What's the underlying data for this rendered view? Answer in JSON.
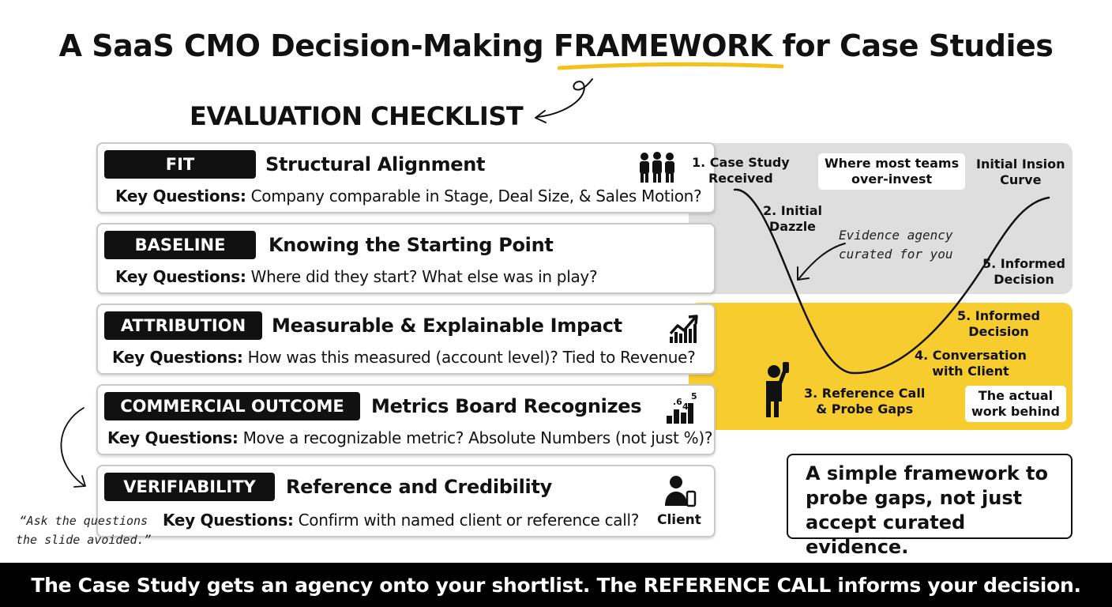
{
  "title": {
    "prefix": "A SaaS CMO Decision-Making ",
    "highlight": "FRAMEWORK",
    "suffix": " for Case Studies"
  },
  "checklist": {
    "heading": "EVALUATION CHECKLIST",
    "question_prefix": "Key Questions:",
    "items": [
      {
        "tag": "FIT",
        "heading": "Structural Alignment",
        "questions": "Company comparable in Stage, Deal Size, & Sales Motion?",
        "icon": "people-group-icon"
      },
      {
        "tag": "BASELINE",
        "heading": "Knowing the Starting Point",
        "questions": "Where did they start? What else was in play?",
        "icon": ""
      },
      {
        "tag": "ATTRIBUTION",
        "heading": "Measurable & Explainable Impact",
        "questions": "How was this measured (account level)? Tied to Revenue?",
        "icon": "trend-chart-icon"
      },
      {
        "tag": "COMMERCIAL OUTCOME",
        "heading": "Metrics Board Recognizes",
        "questions": "Move a recognizable metric? Absolute Numbers (not just %)?",
        "icon": "bar-metrics-icon"
      },
      {
        "tag": "VERIFIABILITY",
        "heading": "Reference and Credibility",
        "questions": "Confirm with named client or reference call?",
        "icon": "client-phone-icon",
        "icon_label": "Client"
      }
    ]
  },
  "curve": {
    "labels": {
      "received": [
        "1. Case Study",
        "Received"
      ],
      "dazzle": [
        "2. Initial",
        "Dazzle"
      ],
      "reference_call": [
        "3. Reference Call",
        "& Probe Gaps"
      ],
      "conversation": [
        "4. Conversation",
        "with Client"
      ],
      "informed_yellow": [
        "5. Informed",
        "Decision"
      ],
      "informed_grey": [
        "5. Informed",
        "Decision"
      ],
      "insion": [
        "Initial Insion",
        "Curve"
      ]
    },
    "boxes": {
      "overinvest": [
        "Where most teams",
        "over-invest"
      ],
      "actual_work": [
        "The actual",
        "work behind"
      ]
    },
    "handnote": [
      "Evidence agency",
      "curated for you"
    ]
  },
  "side_quote": [
    "“Ask the questions",
    "the slide avoided.”"
  ],
  "summary": [
    "A simple framework to",
    "probe gaps, not just",
    "accept curated evidence."
  ],
  "footer": "The Case Study gets an agency onto your shortlist. The REFERENCE CALL informs your decision.",
  "colors": {
    "accent_yellow": "#f7cc2e",
    "panel_grey": "#dedede",
    "ink": "#111111"
  }
}
